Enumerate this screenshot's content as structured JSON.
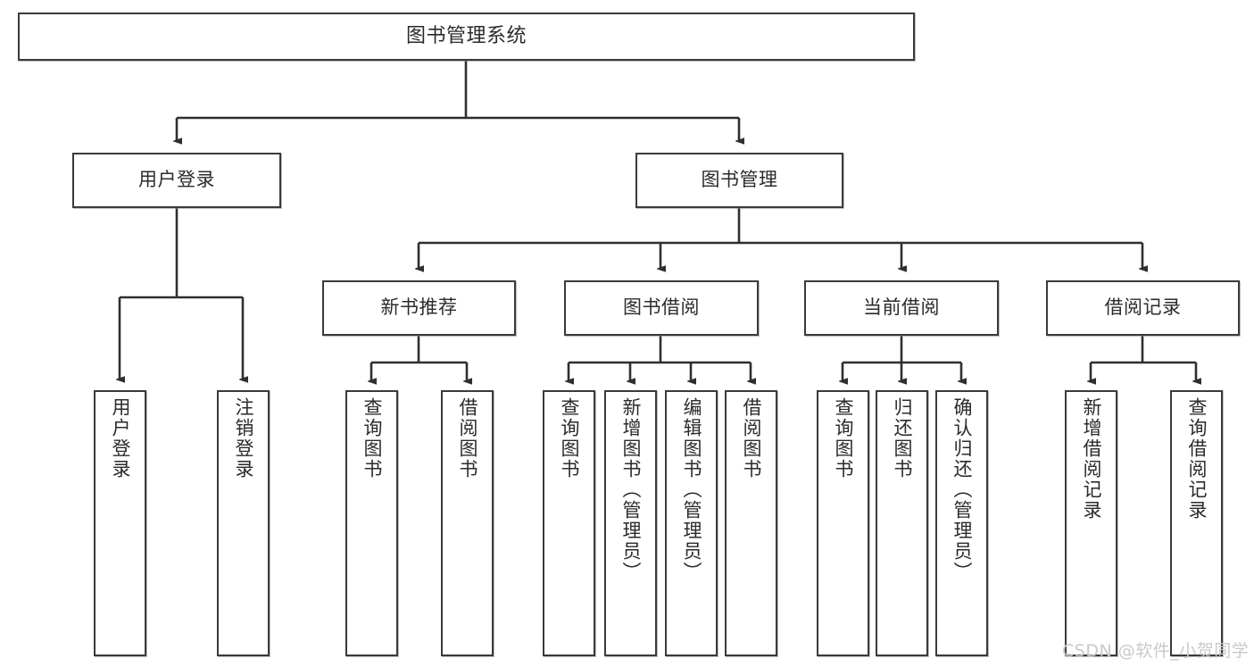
{
  "diagram": {
    "type": "tree-hierarchy",
    "title": "图书管理系统",
    "root": {
      "id": "root",
      "label": "图书管理系统"
    },
    "level2": [
      {
        "id": "user-login",
        "label": "用户登录"
      },
      {
        "id": "book-management",
        "label": "图书管理"
      }
    ],
    "level3": [
      {
        "id": "new-book-recommend",
        "label": "新书推荐"
      },
      {
        "id": "book-borrow",
        "label": "图书借阅"
      },
      {
        "id": "current-borrow",
        "label": "当前借阅"
      },
      {
        "id": "borrow-record",
        "label": "借阅记录"
      }
    ],
    "leaves": [
      {
        "id": "leaf-user-login",
        "label": "用户登录",
        "parent": "user-login"
      },
      {
        "id": "leaf-user-logout",
        "label": "注销登录",
        "parent": "user-login"
      },
      {
        "id": "leaf-query-book-1",
        "label": "查询图书",
        "parent": "new-book-recommend"
      },
      {
        "id": "leaf-borrow-book-1",
        "label": "借阅图书",
        "parent": "new-book-recommend"
      },
      {
        "id": "leaf-query-book-2",
        "label": "查询图书",
        "parent": "book-borrow"
      },
      {
        "id": "leaf-add-book",
        "label": "新增图书（管理员）",
        "parent": "book-borrow"
      },
      {
        "id": "leaf-edit-book",
        "label": "编辑图书（管理员）",
        "parent": "book-borrow"
      },
      {
        "id": "leaf-borrow-book-2",
        "label": "借阅图书",
        "parent": "book-borrow"
      },
      {
        "id": "leaf-query-book-3",
        "label": "查询图书",
        "parent": "current-borrow"
      },
      {
        "id": "leaf-return-book",
        "label": "归还图书",
        "parent": "current-borrow"
      },
      {
        "id": "leaf-confirm-return",
        "label": "确认归还（管理员）",
        "parent": "current-borrow"
      },
      {
        "id": "leaf-add-record",
        "label": "新增借阅记录",
        "parent": "borrow-record"
      },
      {
        "id": "leaf-query-record",
        "label": "查询借阅记录",
        "parent": "borrow-record"
      }
    ]
  },
  "watermark": {
    "text": "CSDN @软件_小贺同学"
  },
  "colors": {
    "stroke": "#3a3a3a",
    "text": "#2b2b2b",
    "background": "#ffffff",
    "watermark": "#c9c9c9"
  }
}
